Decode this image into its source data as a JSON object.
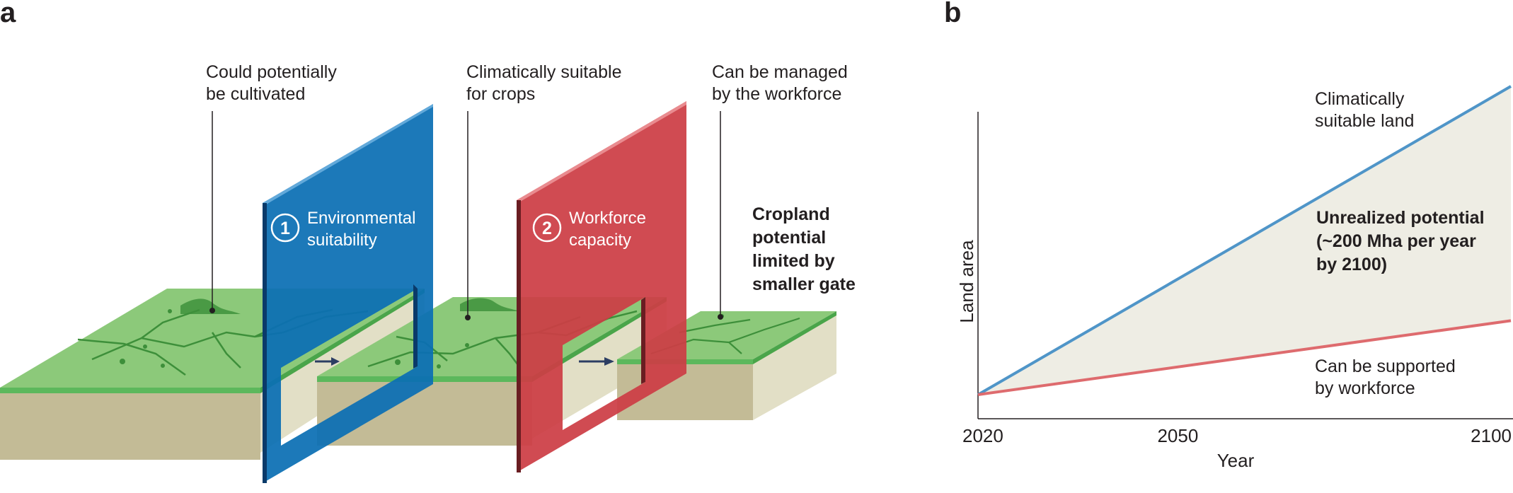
{
  "panel_a": {
    "letter": "a",
    "callouts": [
      {
        "line1": "Could potentially",
        "line2": "be cultivated"
      },
      {
        "line1": "Climatically suitable",
        "line2": "for crops"
      },
      {
        "line1": "Can be managed",
        "line2": "by the workforce"
      }
    ],
    "gates": [
      {
        "number": "1",
        "line1": "Environmental",
        "line2": "suitability",
        "color": "#0b6fb4"
      },
      {
        "number": "2",
        "line1": "Workforce",
        "line2": "capacity",
        "color": "#cc3d45"
      }
    ],
    "result_lines": [
      "Cropland",
      "potential",
      "limited by",
      "smaller gate"
    ],
    "colors": {
      "grass": "#8cc97a",
      "grass_edge": "#5cb85c",
      "soil_front": "#c3bb96",
      "soil_side": "#e2dfc6"
    }
  },
  "panel_b": {
    "letter": "b",
    "xlabel": "Year",
    "ylabel": "Land area",
    "curve_labels": {
      "upper": [
        "Climatically",
        "suitable land"
      ],
      "lower": [
        "Can be supported",
        "by workforce"
      ],
      "gap": [
        "Unrealized potential",
        "(~200 Mha per year",
        "by 2100)"
      ]
    },
    "colors": {
      "upper": "#4f95c8",
      "lower": "#de6b6e",
      "fill": "#eeede4"
    }
  },
  "chart_data": {
    "type": "line",
    "x": [
      2020,
      2100
    ],
    "xticks": [
      "2020",
      "2050",
      "2100"
    ],
    "xlabel": "Year",
    "ylabel": "Land area",
    "xlim": [
      2020,
      2100
    ],
    "ylim": [
      0,
      1
    ],
    "grid": false,
    "series": [
      {
        "name": "Climatically suitable land",
        "values": [
          0.0,
          1.0
        ]
      },
      {
        "name": "Can be supported by workforce",
        "values": [
          0.0,
          0.24
        ]
      }
    ],
    "annotations": [
      "Unrealized potential",
      "(~200 Mha per year",
      "by 2100)"
    ]
  }
}
